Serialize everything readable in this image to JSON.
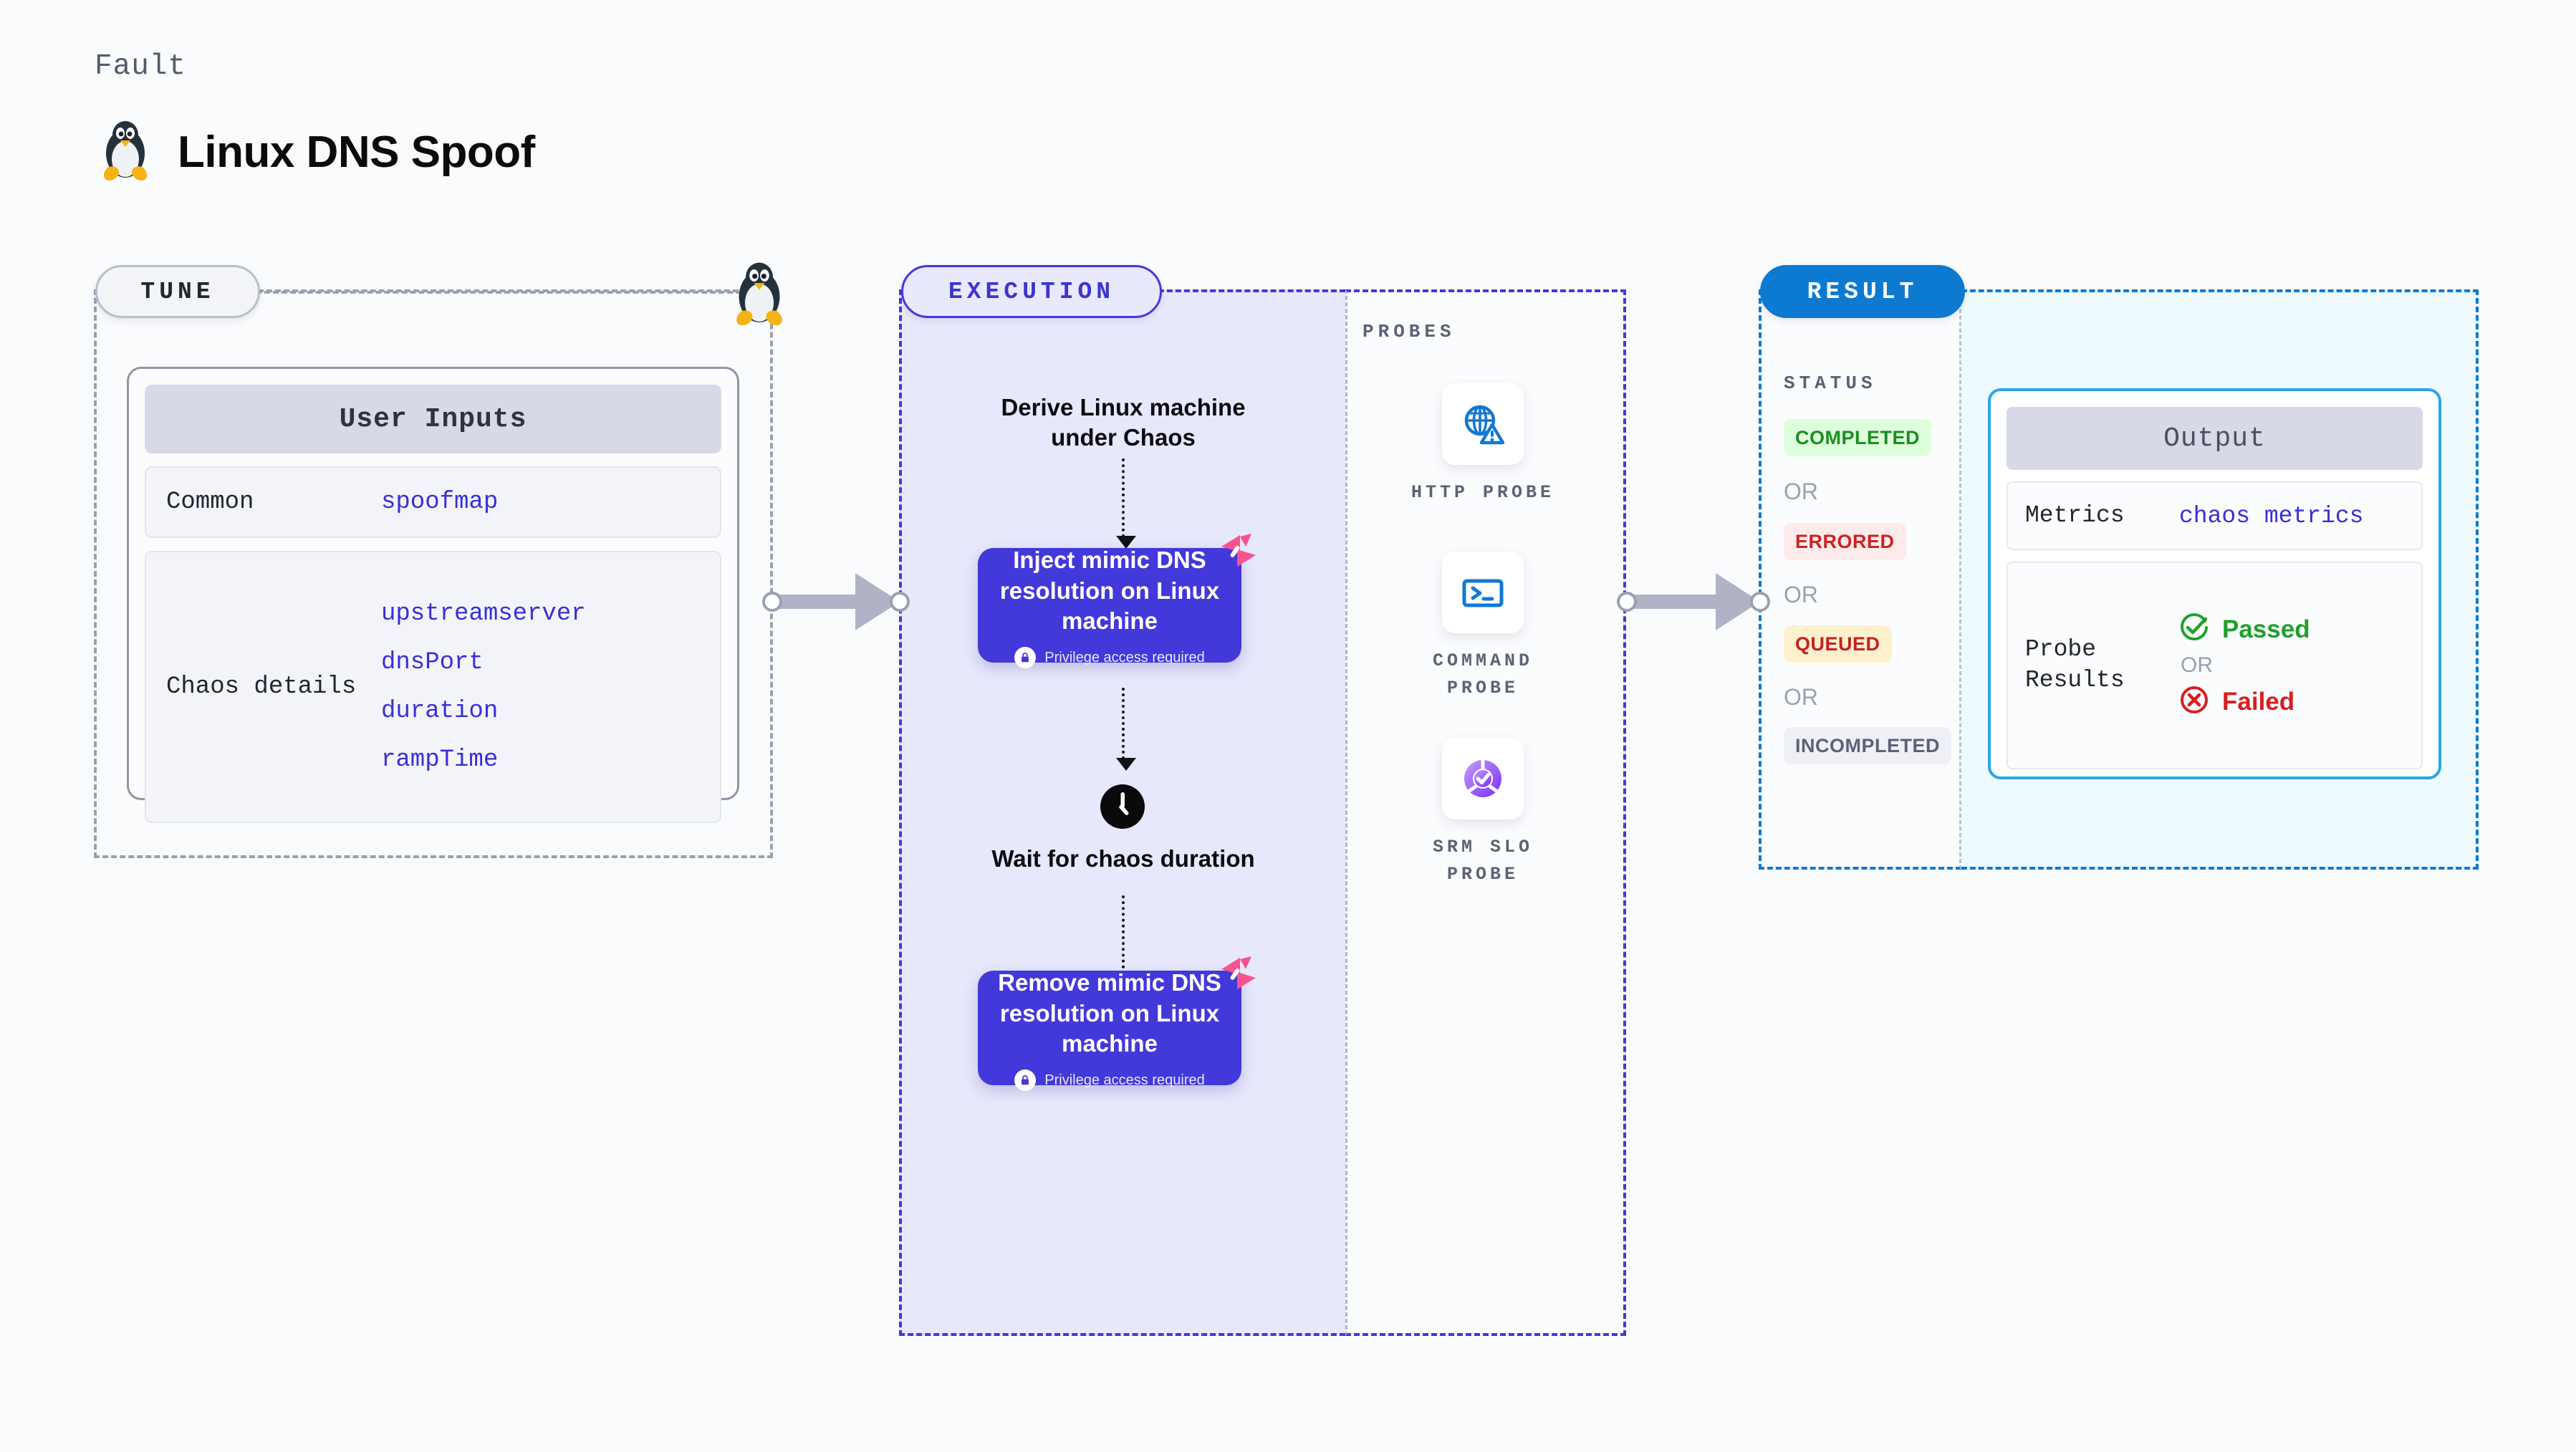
{
  "header": {
    "kicker": "Fault",
    "title": "Linux DNS Spoof",
    "icon": "linux-penguin-icon"
  },
  "tune": {
    "chip_label": "TUNE",
    "connector_icon": "linux-penguin-icon",
    "card": {
      "heading": "User Inputs",
      "rows": [
        {
          "label": "Common",
          "values": [
            "spoofmap"
          ]
        },
        {
          "label": "Chaos details",
          "values": [
            "upstreamserver",
            "dnsPort",
            "duration",
            "rampTime"
          ]
        }
      ]
    }
  },
  "execution": {
    "chip_label": "EXECUTION",
    "steps": [
      {
        "type": "text",
        "label": "Derive Linux machine under Chaos"
      },
      {
        "type": "fault",
        "label": "Inject mimic DNS resolution on Linux machine",
        "note": "Privilege access required",
        "note_icon": "lock-icon",
        "badge_icon": "harness-chaos-mark-icon"
      },
      {
        "type": "wait",
        "icon": "clock-icon",
        "label": "Wait for chaos duration"
      },
      {
        "type": "fault",
        "label": "Remove mimic DNS resolution on Linux machine",
        "note": "Privilege access required",
        "note_icon": "lock-icon",
        "badge_icon": "harness-chaos-mark-icon"
      }
    ]
  },
  "probes": {
    "section_label": "PROBES",
    "items": [
      {
        "name": "HTTP PROBE",
        "icon": "globe-warning-icon"
      },
      {
        "name": "COMMAND PROBE",
        "icon": "terminal-prompt-icon"
      },
      {
        "name": "SRM SLO PROBE",
        "icon": "slo-donut-check-icon"
      }
    ]
  },
  "result": {
    "chip_label": "RESULT",
    "status_label": "STATUS",
    "or_label": "OR",
    "statuses": [
      {
        "label": "COMPLETED",
        "bg": "#deffdc",
        "fg": "#1a8f20"
      },
      {
        "label": "ERRORED",
        "bg": "#fdebeb",
        "fg": "#cf2222"
      },
      {
        "label": "QUEUED",
        "bg": "#fdf0cc",
        "fg": "#c42121"
      },
      {
        "label": "INCOMPLETED",
        "bg": "#eef0f6",
        "fg": "#5b6274"
      }
    ],
    "output": {
      "heading": "Output",
      "metrics_label": "Metrics",
      "metrics_value": "chaos metrics",
      "probe_results_label": "Probe Results",
      "passed_label": "Passed",
      "failed_label": "Failed",
      "or_label": "OR",
      "passed_icon": "check-circle-icon",
      "failed_icon": "x-circle-icon"
    }
  },
  "colors": {
    "background": "#fafbfd",
    "tune_border": "#9aa0b0",
    "execution_accent": "#4338d9",
    "execution_fill": "#e7e8fc",
    "result_accent": "#0d7ad1",
    "result_fill": "#effafe",
    "mono_value": "#3730d6",
    "probe_icon_blue": "#1278d4",
    "chaos_mark_pink": "#f9528f",
    "passed_green": "#1fa02a",
    "failed_red": "#d81f1f",
    "arrow_grey": "#b0b3c6"
  }
}
